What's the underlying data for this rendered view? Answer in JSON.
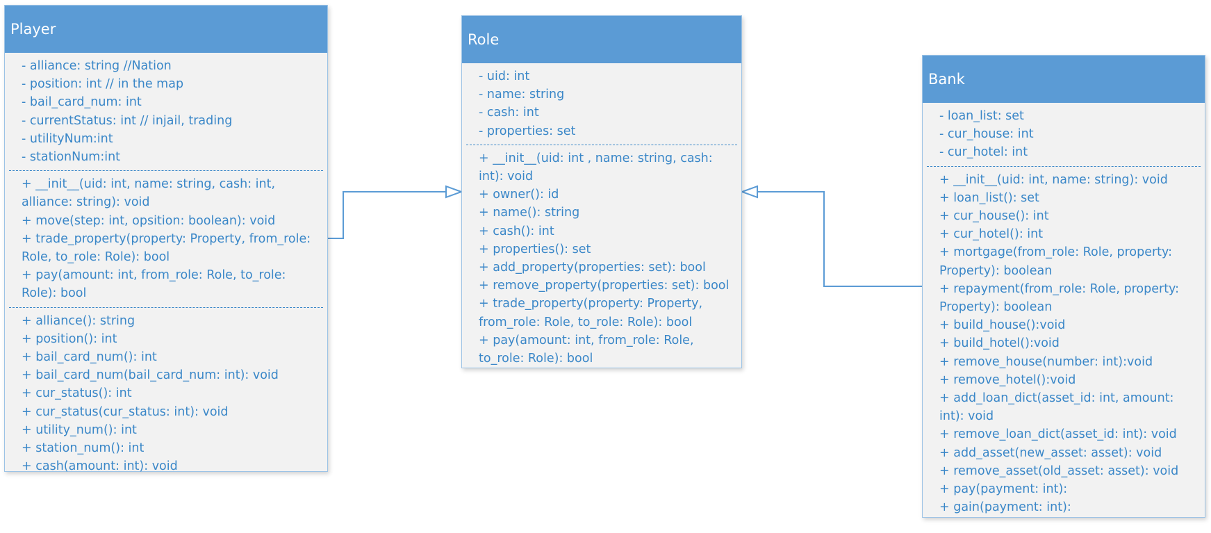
{
  "classes": {
    "player": {
      "name": "Player",
      "attributes": [
        "- alliance: string //Nation",
        "- position: int // in the map",
        "- bail_card_num: int",
        "- currentStatus: int // injail, trading",
        "- utilityNum:int",
        "- stationNum:int"
      ],
      "methods_group_1": [
        "+ __init__(uid: int, name: string, cash: int, alliance: string): void",
        "+ move(step: int, opsition: boolean): void",
        "+ trade_property(property: Property, from_role: Role, to_role: Role): bool",
        "+ pay(amount: int, from_role: Role, to_role: Role): bool"
      ],
      "methods_group_2": [
        "+ alliance(): string",
        "+ position(): int",
        "+ bail_card_num(): int",
        "+ bail_card_num(bail_card_num: int): void",
        "+ cur_status(): int",
        "+ cur_status(cur_status: int): void",
        "+ utility_num(): int",
        "+ station_num(): int",
        "+ cash(amount: int): void"
      ]
    },
    "role": {
      "name": "Role",
      "attributes": [
        "- uid: int",
        "- name: string",
        "- cash: int",
        "- properties: set"
      ],
      "methods": [
        "+  __init__(uid: int , name: string, cash: int): void",
        "+ owner(): id",
        "+ name(): string",
        "+ cash(): int",
        "+ properties(): set",
        "+ add_property(properties: set): bool",
        "+ remove_property(properties: set): bool",
        "+ trade_property(property: Property, from_role: Role, to_role: Role): bool",
        "+ pay(amount: int, from_role: Role, to_role: Role): bool"
      ]
    },
    "bank": {
      "name": "Bank",
      "attributes": [
        "- loan_list: set",
        "- cur_house: int",
        "- cur_hotel: int"
      ],
      "methods": [
        "+ __init__(uid: int, name: string): void",
        "+ loan_list(): set",
        "+ cur_house(): int",
        "+ cur_hotel(): int",
        "+ mortgage(from_role: Role, property: Property): boolean",
        "+ repayment(from_role: Role, property: Property): boolean",
        "+ build_house():void",
        "+ build_hotel():void",
        "+ remove_house(number: int):void",
        "+ remove_hotel():void",
        "+ add_loan_dict(asset_id: int, amount: int): void",
        "+ remove_loan_dict(asset_id: int): void",
        "+ add_asset(new_asset: asset): void",
        "+ remove_asset(old_asset: asset): void",
        "+ pay(payment: int):",
        "+ gain(payment: int):"
      ]
    }
  },
  "colors": {
    "header": "#5b9bd5",
    "body": "#f2f2f2",
    "text": "#3a87c8",
    "connector": "#5b9bd5"
  }
}
